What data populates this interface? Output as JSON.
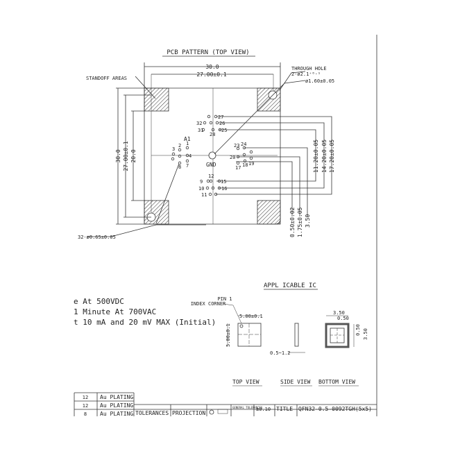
{
  "pcb": {
    "title": "PCB PATTERN  (TOP VIEW)",
    "standoff": "STANDOFF AREAS",
    "through_hole": "THROUGH HOLE",
    "through_hole_dia": "2-ø2.1⁺⁰·¹",
    "hole_dia": "ø1.60±0.05",
    "pin_dia": "32-ø0.65±0.05",
    "dim_30_h": "30.0",
    "dim_27_h": "27.00±0.1",
    "dim_30_v": "30.0",
    "dim_27_v": "27.00±0.1",
    "dim_20_v": "20.0",
    "dim_17": "17.20±0.05",
    "dim_14": "14.20±0.05",
    "dim_11": "11.20±0.05",
    "dim_050": "0.50±0.02",
    "dim_175": "1.75±0.05",
    "dim_350": "3.50",
    "a1": "A1",
    "gnd": "GND",
    "pins": [
      "27",
      "32",
      "26",
      "31",
      "25",
      "28",
      "1",
      "2",
      "3",
      "4",
      "7",
      "8",
      "23",
      "24",
      "20",
      "19",
      "18",
      "17",
      "12",
      "9",
      "15",
      "10",
      "16",
      "11"
    ]
  },
  "notes": [
    "e At 500VDC",
    "1 Minute At 700VAC",
    "t 10 mA and 20 mV MAX (Initial)"
  ],
  "ic": {
    "title": "APPL ICABLE IC",
    "pin1": "PIN 1",
    "index_corner": "INDEX CORNER",
    "top_w": "5.00±0.1",
    "top_h": "5.00±0.1",
    "side_t": "0.5~1.2",
    "bot_350": "3.50",
    "bot_050": "0.50",
    "bot_050v": "0.50",
    "bot_350v": "3.50",
    "top_view": "TOP VIEW",
    "side_view": "SIDE VIEW",
    "bottom_view": "BOTTOM VIEW"
  },
  "table": {
    "rows": [
      [
        "12",
        "Au PLATING"
      ],
      [
        "12",
        "Au PLATING"
      ],
      [
        "8",
        "Au PLATING"
      ]
    ],
    "tolerances": "TOLERANCES",
    "projection": "PROJECTION",
    "general": "GENERAL TOLERANCES",
    "tol_value": "±0.10",
    "title_label": "TITLE",
    "title_value": "QFN32-0.5-0092TGH(5x5)"
  }
}
